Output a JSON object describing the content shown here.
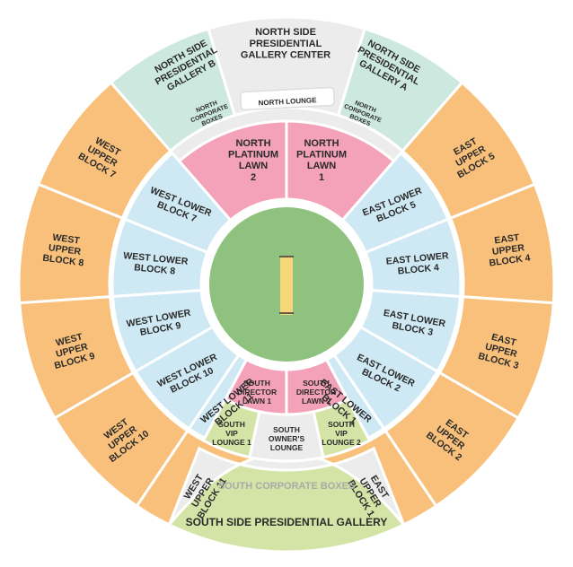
{
  "colors": {
    "orange": "#f8c07a",
    "light_blue": "#cfe9f4",
    "pink": "#f4a1ba",
    "light_green": "#d4e4a6",
    "mint": "#cde9df",
    "light_grey": "#ececec",
    "pitch_green": "#8ec27e",
    "pitch_strip": "#f5d77a",
    "stroke": "#ffffff"
  },
  "sections": {
    "north_center": "NORTH SIDE PRESIDENTIAL GALLERY CENTER",
    "north_b": "NORTH SIDE PRESIDENTIAL GALLERY B",
    "north_a": "NORTH SIDE PRESIDENTIAL GALLERY A",
    "north_lounge": "NORTH LOUNGE",
    "north_corporate_left": "NORTH CORPORATE BOXES",
    "north_corporate_right": "NORTH CORPORATE BOXES",
    "north_platinum_2": "NORTH PLATINUM LAWN 2",
    "north_platinum_1": "NORTH PLATINUM LAWN 1",
    "south_director_1": "SOUTH DIRECTOR LAWN 1",
    "south_director_2": "SOUTH DIRECTOR LAWN 2",
    "south_vip_1": "SOUTH VIP LOUNGE 1",
    "south_owners": "SOUTH OWNER'S LOUNGE",
    "south_vip_2": "SOUTH VIP LOUNGE 2",
    "south_corporate": "SOUTH CORPORATE BOXES",
    "south_presidential": "SOUTH SIDE PRESIDENTIAL GALLERY",
    "east_lower": [
      "EAST LOWER BLOCK 5",
      "EAST LOWER BLOCK 4",
      "EAST LOWER BLOCK 3",
      "EAST LOWER BLOCK 2",
      "EAST LOWER BLOCK 1"
    ],
    "west_lower": [
      "WEST LOWER BLOCK 7",
      "WEST LOWER BLOCK 8",
      "WEST LOWER BLOCK 9",
      "WEST LOWER BLOCK 10",
      "WEST LOWER BLOCK 11"
    ],
    "east_upper": [
      "EAST UPPER BLOCK 5",
      "EAST UPPER BLOCK 4",
      "EAST UPPER BLOCK 3",
      "EAST UPPER BLOCK 2",
      "EAST UPPER BLOCK 1"
    ],
    "west_upper": [
      "WEST UPPER BLOCK 7",
      "WEST UPPER BLOCK 8",
      "WEST UPPER BLOCK 9",
      "WEST UPPER BLOCK 10",
      "WEST UPPER BLOCK 11"
    ]
  }
}
